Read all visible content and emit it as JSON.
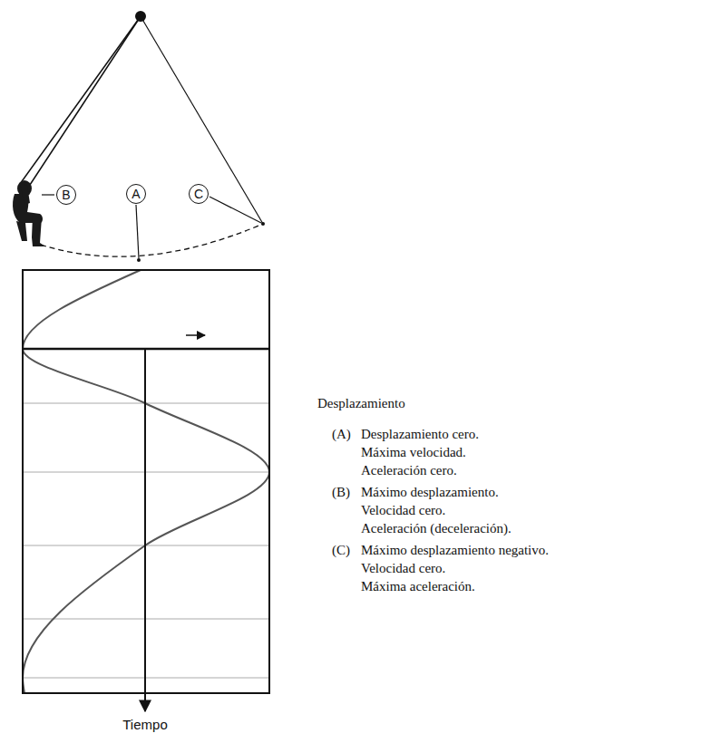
{
  "diagram": {
    "nodes": [
      {
        "text": [
          "B"
        ]
      },
      {
        "text": [
          "A"
        ]
      },
      {
        "text": [
          "C"
        ]
      }
    ],
    "labels": [
      "Desplazamiento",
      "(A)",
      "Desplazamiento cero.",
      "Máxima velocidad.",
      "Aceleración cero.",
      "(B)",
      "Máximo desplazamiento.",
      "Velocidad cero.",
      "Aceleración (deceleración).",
      "(C)",
      "Máximo desplazamiento negativo.",
      "Velocidad cero.",
      "Máxima aceleración.",
      "Tiempo"
    ]
  }
}
